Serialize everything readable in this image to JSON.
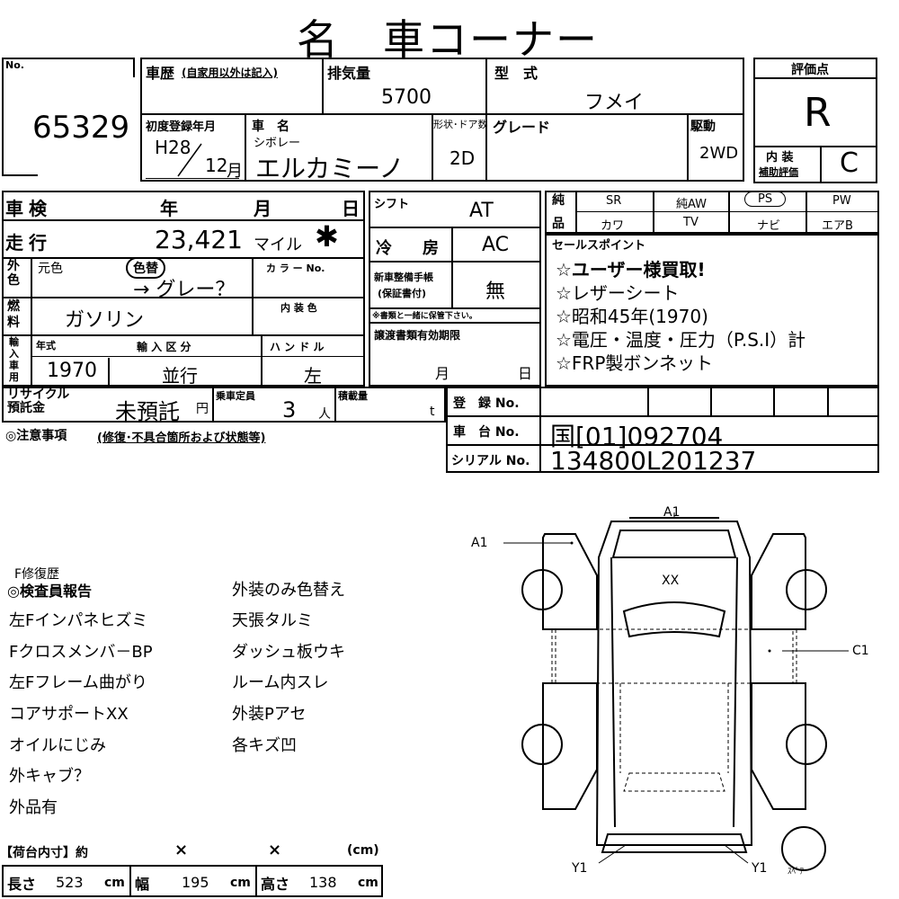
{
  "header": {
    "title": "名　車コーナー"
  },
  "sheet": {
    "no_label": "No.",
    "no_value": "65329",
    "history_label": "車歴",
    "history_note": "(自家用以外は記入)",
    "displacement_label": "排気量",
    "displacement_value": "5700",
    "model_label": "型　式",
    "model_value": "フメイ",
    "score_label": "評価点",
    "score_value": "R",
    "first_reg_label": "初度登録年月",
    "first_reg_year": "H28",
    "first_reg_month": "12",
    "first_reg_month_unit": "月",
    "car_name_label": "車　名",
    "car_maker": "シボレー",
    "car_name": "エルカミーノ",
    "doors_label": "形状･ドア数",
    "doors_value": "2D",
    "grade_label": "グレード",
    "drive_label": "駆動",
    "drive_value": "2WD",
    "interior_label_1": "内 装",
    "interior_label_2": "補助評価",
    "interior_value": "C",
    "shaken_label": "車検",
    "shaken_year": "年",
    "shaken_month": "月",
    "shaken_day": "日",
    "shift_label": "シフト",
    "shift_value": "AT",
    "mileage_label": "走行",
    "mileage_value": "23,421",
    "mileage_unit": "マイル",
    "mileage_mark": "✱",
    "ac_label": "冷　房",
    "ac_value": "AC",
    "color_label_1": "外",
    "color_label_2": "色",
    "orig_color_label": "元色",
    "repaint_label": "色替",
    "color_value": "→ グレー？",
    "color_no_label": "カ ラ ー No.",
    "service_label_1": "新車整備手帳",
    "service_label_2": "(保証書付)",
    "service_value": "無",
    "service_note": "※書類と一緒に保管下さい。",
    "fuel_label_1": "燃",
    "fuel_label_2": "料",
    "fuel_value": "ガソリン",
    "interior_color_label": "内 装 色",
    "import_label_1": "輸",
    "import_label_2": "入",
    "import_label_3": "車",
    "import_label_4": "用",
    "year_label": "年式",
    "year_value": "1970",
    "import_type_label": "輸 入 区 分",
    "import_type_value": "並行",
    "handle_label": "ハ ン ド ル",
    "handle_value": "左",
    "transfer_label": "譲渡書類有効期限",
    "transfer_month": "月",
    "transfer_day": "日",
    "recycle_label_1": "リサイクル",
    "recycle_label_2": "預託金",
    "recycle_value": "未預託",
    "recycle_unit": "円",
    "capacity_label": "乗車定員",
    "capacity_value": "3",
    "capacity_unit": "人",
    "load_label": "積載量",
    "load_unit": "t",
    "notes_label": "◎注意事項",
    "notes_sub": "(修復･不具合箇所および状態等)",
    "reg_no_label": "登　録 No.",
    "chassis_label": "車　台 No.",
    "chassis_value": "国[01]092704",
    "serial_label": "シリアル No.",
    "serial_value": "134800L201237"
  },
  "equipment": {
    "row1_label": "純",
    "row2_label": "品",
    "row1": [
      "SR",
      "純AW",
      "PS",
      "PW"
    ],
    "row2": [
      "カワ",
      "TV",
      "ナビ",
      "エアB"
    ]
  },
  "sales_points": {
    "title": "セールスポイント",
    "items": [
      "☆ユーザー様買取!",
      "☆レザーシート",
      "☆昭和45年(1970)",
      "☆電圧・温度・圧力（P.S.I）計",
      "☆FRP製ボンネット"
    ]
  },
  "inspection": {
    "repair_history": "F修復歴",
    "inspector_title": "◎検査員報告",
    "left_col": [
      "左Fインパネヒズミ",
      "Fクロスメンバ－BP",
      "左Fフレーム曲がり",
      "コアサポートXX",
      "オイルにじみ",
      "外キャブ？",
      "外品有"
    ],
    "right_col": [
      "外装のみ色替え",
      "天張タルミ",
      "ダッシュ板ウキ",
      "ルーム内スレ",
      "外装Pアセ",
      "各キズ凹"
    ]
  },
  "cargo": {
    "title": "【荷台内寸】約",
    "x1": "×",
    "x2": "×",
    "unit": "(cm)",
    "length_label": "長さ",
    "length_value": "523",
    "width_label": "幅",
    "width_value": "195",
    "height_label": "高さ",
    "height_value": "138",
    "cm": "cm"
  },
  "diagram": {
    "a1_top": "A1",
    "a1_left": "A1",
    "xx": "XX",
    "c1": "C1",
    "y1_left": "Y1",
    "y1_right": "Y1",
    "spare": "ｽﾍﾟｱ"
  }
}
